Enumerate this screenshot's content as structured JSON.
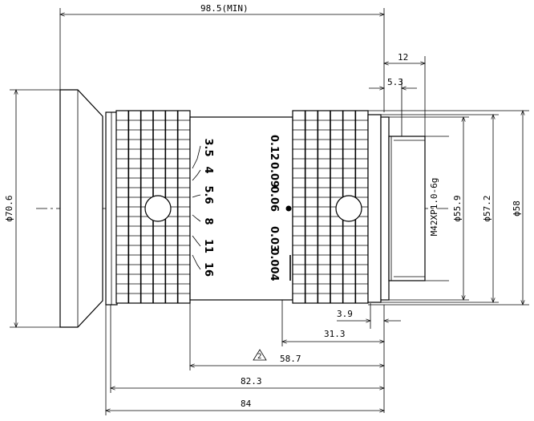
{
  "dimensions": {
    "overall_length": "98.5(MIN)",
    "thread_length": "12",
    "flange_depth": "5.3",
    "front_diameter": "ϕ70.6",
    "thread_spec": "M42XP1.0-6g",
    "diameter_55_9": "ϕ55.9",
    "diameter_57_2": "ϕ57.2",
    "diameter_58": "ϕ58",
    "step_3_9": "3.9",
    "ring_31_3": "31.3",
    "ring_58_7": "58.7",
    "length_82_3": "82.3",
    "length_84": "84",
    "note_mark": "2"
  },
  "aperture_scale": [
    "3.5",
    "4",
    "5.6",
    "8",
    "11",
    "16"
  ],
  "magnification_scale": [
    "0.12",
    "0.09",
    "0.06",
    "0.03",
    "0.004"
  ]
}
